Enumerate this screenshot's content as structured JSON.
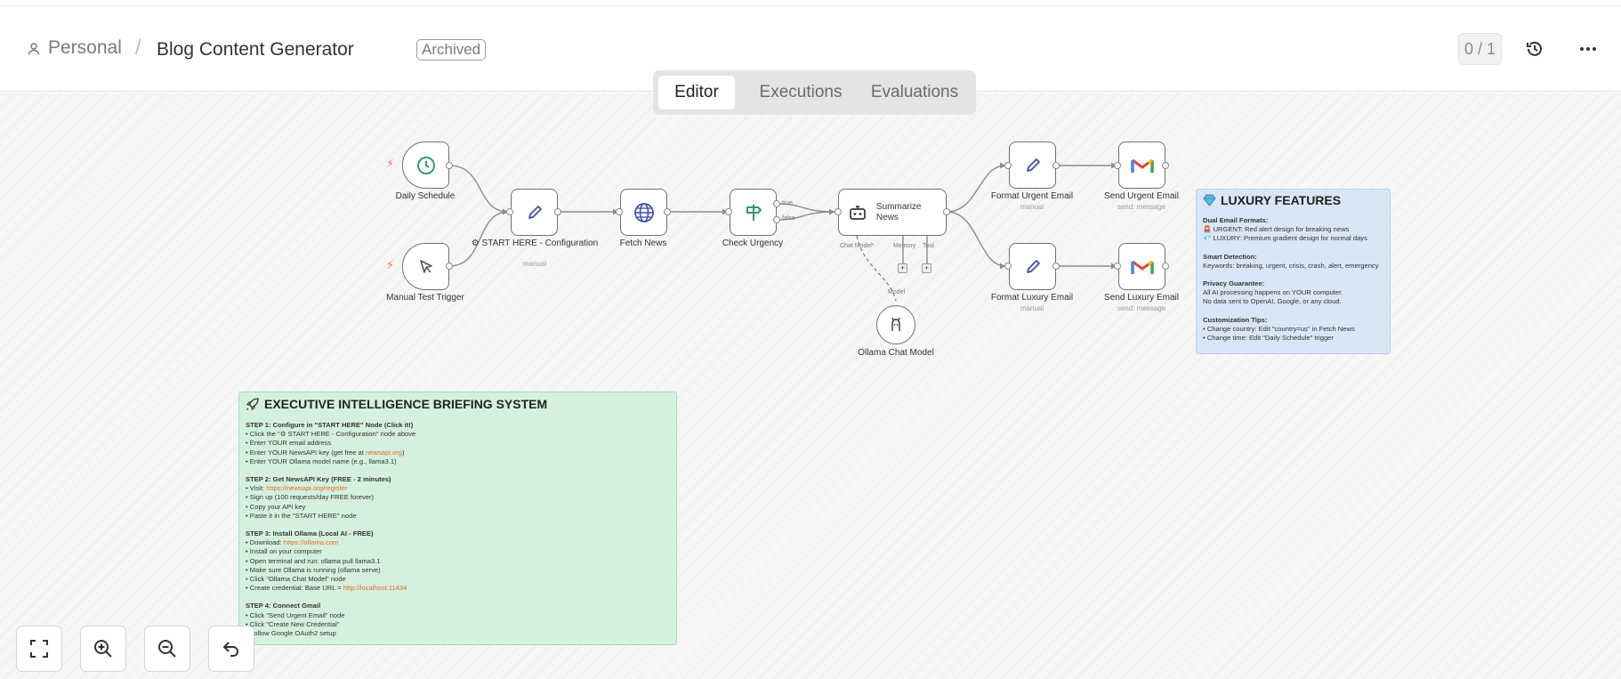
{
  "header": {
    "breadcrumb_root": "Personal",
    "separator": "/",
    "title": "Blog Content Generator",
    "badge": "Archived",
    "counter": "0 / 1"
  },
  "tabs": [
    {
      "label": "Editor",
      "active": true
    },
    {
      "label": "Executions",
      "active": false
    },
    {
      "label": "Evaluations",
      "active": false
    }
  ],
  "nodes": {
    "daily_schedule": {
      "label": "Daily Schedule",
      "icon": "clock-icon"
    },
    "manual_trigger": {
      "label": "Manual Test Trigger",
      "icon": "cursor-icon"
    },
    "start_here": {
      "label": "⚙ START HERE - Configuration",
      "sub": "manual",
      "icon": "pencil-icon"
    },
    "fetch_news": {
      "label": "Fetch News",
      "icon": "globe-icon"
    },
    "check_urgency": {
      "label": "Check Urgency",
      "icon": "signpost-icon",
      "true_label": "true",
      "false_label": "false"
    },
    "summarize": {
      "label": "Summarize News",
      "icon": "robot-icon",
      "port_chat": "Chat Model*",
      "port_memory": "Memory",
      "port_tool": "Tool"
    },
    "ollama": {
      "label": "Ollama Chat Model",
      "port_model": "Model",
      "icon": "llama-icon"
    },
    "format_urgent": {
      "label": "Format Urgent Email",
      "sub": "manual",
      "icon": "pencil-icon"
    },
    "format_luxury": {
      "label": "Format Luxury Email",
      "sub": "manual",
      "icon": "pencil-icon"
    },
    "send_urgent": {
      "label": "Send Urgent Email",
      "sub": "send: message",
      "icon": "gmail-icon"
    },
    "send_luxury": {
      "label": "Send Luxury Email",
      "sub": "send: message",
      "icon": "gmail-icon"
    }
  },
  "sticky_luxury": {
    "title": "LUXURY FEATURES",
    "icon": "gem-icon",
    "dual_head": "Dual Email Formats:",
    "dual_1": "🚨 URGENT: Red alert design for breaking news",
    "dual_2": "💎 LUXURY: Premium gradient design for normal days",
    "smart_head": "Smart Detection:",
    "smart_1": "Keywords: breaking, urgent, crisis, crash, alert, emergency",
    "privacy_head": "Privacy Guarantee:",
    "privacy_1": "All AI processing happens on YOUR computer.",
    "privacy_2": "No data sent to OpenAI, Google, or any cloud.",
    "custom_head": "Customization Tips:",
    "custom_1": "• Change country: Edit \"country=us\" in Fetch News",
    "custom_2": "• Change time: Edit \"Daily Schedule\" trigger"
  },
  "sticky_exec": {
    "title": "EXECUTIVE INTELLIGENCE BRIEFING SYSTEM",
    "icon": "rocket-icon",
    "step1_head": "STEP 1: Configure in \"START HERE\" Node (Click it!)",
    "step1_1": "• Click the \"⚙ START HERE - Configuration\" node above",
    "step1_2": "• Enter YOUR email address",
    "step1_3a": "• Enter YOUR NewsAPI key (get free at ",
    "step1_3link": "newsapi.org",
    "step1_3b": ")",
    "step1_4": "• Enter YOUR Ollama model name (e.g., llama3.1)",
    "step2_head": "STEP 2: Get NewsAPI Key (FREE - 2 minutes)",
    "step2_1a": "• Visit: ",
    "step2_1link": "https://newsapi.org/register",
    "step2_2": "• Sign up (100 requests/day FREE forever)",
    "step2_3": "• Copy your API key",
    "step2_4": "• Paste it in the \"START HERE\" node",
    "step3_head": "STEP 3: Install Ollama (Local AI - FREE)",
    "step3_1a": "• Download: ",
    "step3_1link": "https://ollama.com",
    "step3_2": "• Install on your computer",
    "step3_3": "• Open terminal and run: ollama pull llama3.1",
    "step3_4": "• Make sure Ollama is running (ollama serve)",
    "step3_5": "• Click \"Ollama Chat Model\" node",
    "step3_6a": "• Create credential: Base URL = ",
    "step3_6link": "http://localhost:11434",
    "step4_head": "STEP 4: Connect Gmail",
    "step4_1": "• Click \"Send Urgent Email\" node",
    "step4_2": "• Click \"Create New Credential\"",
    "step4_3": "• Follow Google OAuth2 setup"
  },
  "controls": [
    "fit-view-icon",
    "zoom-in-icon",
    "zoom-out-icon",
    "undo-icon"
  ],
  "colors": {
    "accent": "#ff6d5a",
    "link": "#e8662f",
    "sticky_blue": "#d9e6f5",
    "sticky_green": "#d4f1de"
  }
}
